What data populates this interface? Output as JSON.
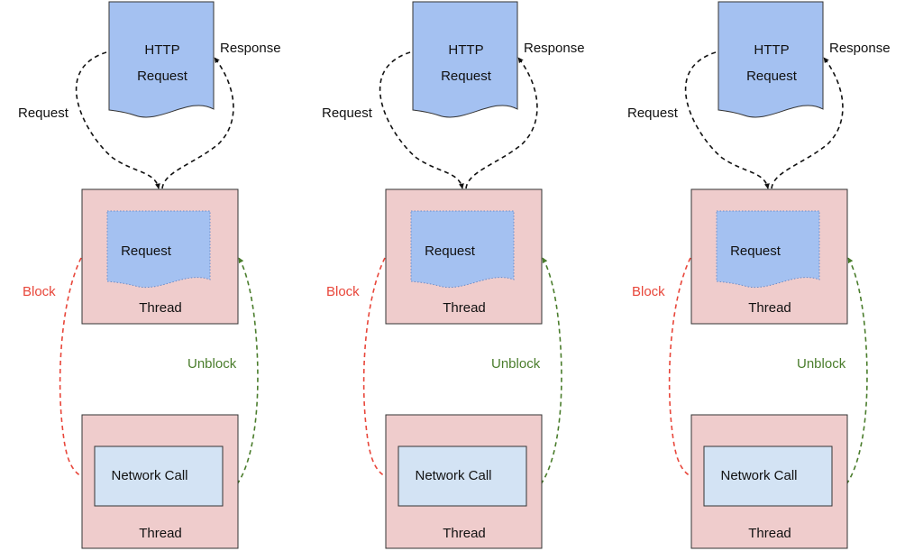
{
  "colors": {
    "black_arrow": "#111111",
    "block_arrow": "#e8463a",
    "unblock_arrow": "#4a7d2c",
    "document_fill": "#a4c1f1",
    "thread_fill": "#efcccc",
    "network_fill": "#d3e3f4"
  },
  "panels": [
    {
      "http_label_1": "HTTP",
      "http_label_2": "Request",
      "request_edge": "Request",
      "response_edge": "Response",
      "inner_request": "Request",
      "thread_top": "Thread",
      "block_edge": "Block",
      "unblock_edge": "Unblock",
      "network_call": "Network Call",
      "thread_bottom": "Thread"
    },
    {
      "http_label_1": "HTTP",
      "http_label_2": "Request",
      "request_edge": "Request",
      "response_edge": "Response",
      "inner_request": "Request",
      "thread_top": "Thread",
      "block_edge": "Block",
      "unblock_edge": "Unblock",
      "network_call": "Network Call",
      "thread_bottom": "Thread"
    },
    {
      "http_label_1": "HTTP",
      "http_label_2": "Request",
      "request_edge": "Request",
      "response_edge": "Response",
      "inner_request": "Request",
      "thread_top": "Thread",
      "block_edge": "Block",
      "unblock_edge": "Unblock",
      "network_call": "Network Call",
      "thread_bottom": "Thread"
    }
  ]
}
